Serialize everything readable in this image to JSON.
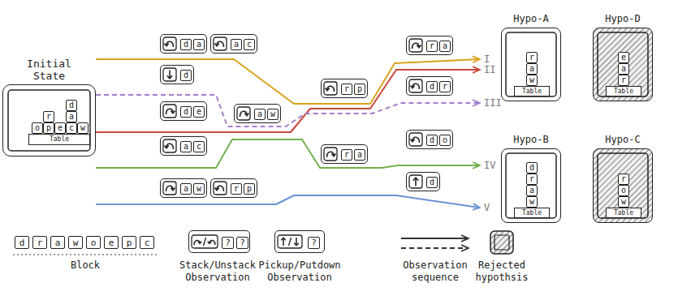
{
  "diagram": {
    "nodes": [
      {
        "text": [
          "Initial State"
        ]
      },
      {
        "text": [
          "d"
        ],
        "in": 0
      },
      {
        "text": [
          "r"
        ],
        "in": 0
      },
      {
        "text": [
          "a"
        ],
        "in": 0
      },
      {
        "text": [
          "o"
        ],
        "in": 0
      },
      {
        "text": [
          "p"
        ],
        "in": 0
      },
      {
        "text": [
          "e"
        ],
        "in": 0
      },
      {
        "text": [
          "c"
        ],
        "in": 0
      },
      {
        "text": [
          "w"
        ],
        "in": 0
      },
      {
        "text": [
          "Table"
        ],
        "in": 0
      },
      {
        "text": []
      },
      {
        "text": [
          "d"
        ],
        "in": 10
      },
      {
        "text": [
          "a"
        ],
        "in": 10
      },
      {
        "text": []
      },
      {
        "text": [
          "a"
        ],
        "in": 13
      },
      {
        "text": [
          "c"
        ],
        "in": 13
      },
      {
        "text": []
      },
      {
        "text": [
          "r"
        ],
        "in": 16
      },
      {
        "text": [
          "a"
        ],
        "in": 16
      },
      {
        "text": []
      },
      {
        "text": [
          "d"
        ],
        "in": 19
      },
      {
        "text": []
      },
      {
        "text": [
          "d"
        ],
        "in": 21
      },
      {
        "text": [
          "r"
        ],
        "in": 21
      },
      {
        "text": []
      },
      {
        "text": [
          "r"
        ],
        "in": 24
      },
      {
        "text": [
          "p"
        ],
        "in": 24
      },
      {
        "text": []
      },
      {
        "text": [
          "d"
        ],
        "in": 27
      },
      {
        "text": [
          "e"
        ],
        "in": 27
      },
      {
        "text": []
      },
      {
        "text": [
          "a"
        ],
        "in": 30
      },
      {
        "text": [
          "w"
        ],
        "in": 30
      },
      {
        "text": []
      },
      {
        "text": [
          "a"
        ],
        "in": 33
      },
      {
        "text": [
          "c"
        ],
        "in": 33
      },
      {
        "text": []
      },
      {
        "text": [
          "d"
        ],
        "in": 36
      },
      {
        "text": [
          "o"
        ],
        "in": 36
      },
      {
        "text": []
      },
      {
        "text": [
          "r"
        ],
        "in": 39
      },
      {
        "text": [
          "a"
        ],
        "in": 39
      },
      {
        "text": []
      },
      {
        "text": [
          "d"
        ],
        "in": 42
      },
      {
        "text": []
      },
      {
        "text": [
          "a"
        ],
        "in": 44
      },
      {
        "text": [
          "w"
        ],
        "in": 44
      },
      {
        "text": []
      },
      {
        "text": [
          "r"
        ],
        "in": 47
      },
      {
        "text": [
          "p"
        ],
        "in": 47
      },
      {
        "text": [
          "Hypo-A"
        ]
      },
      {
        "text": [
          "r"
        ],
        "in": 50
      },
      {
        "text": [
          "a"
        ],
        "in": 50
      },
      {
        "text": [
          "w"
        ],
        "in": 50
      },
      {
        "text": [
          "Table"
        ],
        "in": 50
      },
      {
        "text": [
          "Hypo-D"
        ]
      },
      {
        "text": [
          "e"
        ],
        "in": 55
      },
      {
        "text": [
          "a"
        ],
        "in": 55
      },
      {
        "text": [
          "r"
        ],
        "in": 55
      },
      {
        "text": [
          "Table"
        ],
        "in": 55
      },
      {
        "text": [
          "Hypo-B"
        ]
      },
      {
        "text": [
          "d"
        ],
        "in": 60
      },
      {
        "text": [
          "r"
        ],
        "in": 60
      },
      {
        "text": [
          "a"
        ],
        "in": 60
      },
      {
        "text": [
          "w"
        ],
        "in": 60
      },
      {
        "text": [
          "Table"
        ],
        "in": 60
      },
      {
        "text": [
          "Hypo-C"
        ]
      },
      {
        "text": [
          "r"
        ],
        "in": 66
      },
      {
        "text": [
          "o"
        ],
        "in": 66
      },
      {
        "text": [
          "w"
        ],
        "in": 66
      },
      {
        "text": [
          "Table"
        ],
        "in": 66
      },
      {
        "text": [
          "d"
        ]
      },
      {
        "text": [
          "r"
        ]
      },
      {
        "text": [
          "a"
        ]
      },
      {
        "text": [
          "w"
        ]
      },
      {
        "text": [
          "o"
        ]
      },
      {
        "text": [
          "e"
        ]
      },
      {
        "text": [
          "p"
        ]
      },
      {
        "text": [
          "c"
        ]
      },
      {
        "text": []
      },
      {
        "text": [
          "?"
        ],
        "in": 79
      },
      {
        "text": [
          "?"
        ],
        "in": 79
      },
      {
        "text": []
      },
      {
        "text": [
          "?"
        ],
        "in": 82
      }
    ],
    "labels": [
      "I",
      "II",
      "III",
      "IV",
      "V"
    ],
    "legend": [
      {
        "text": "Block"
      },
      {
        "text": "Stack/Unstack Observation"
      },
      {
        "text": "Pickup/Putdown Observation"
      },
      {
        "text": "Observation sequence"
      },
      {
        "text": "Rejected hypothsis"
      }
    ]
  }
}
